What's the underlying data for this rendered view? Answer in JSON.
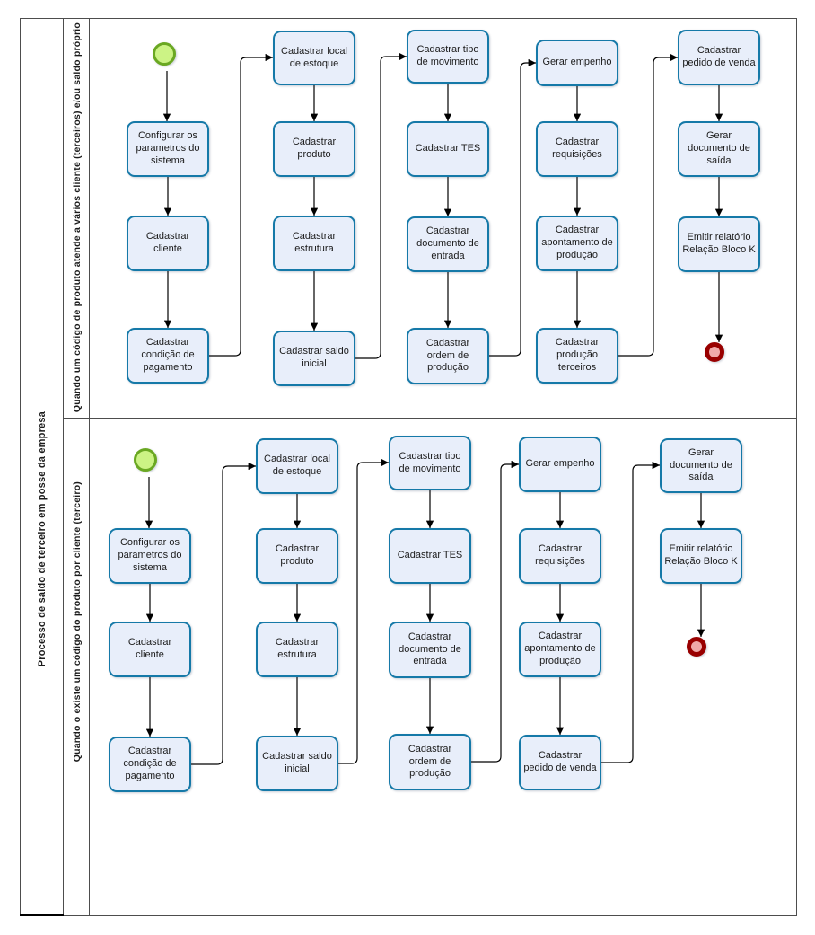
{
  "pool": {
    "label": "Processo de saldo de terceiro em posse da empresa"
  },
  "lanes": [
    {
      "label": "Quando um código de produto atende a vários cliente (terceiros) e/ou saldo próprio",
      "start_event": "start-event",
      "end_event": "end-event",
      "tasks": [
        "Configurar os parametros do sistema",
        "Cadastrar cliente",
        "Cadastrar condição de pagamento",
        "Cadastrar local de estoque",
        "Cadastrar produto",
        "Cadastrar estrutura",
        "Cadastrar saldo inicial",
        "Cadastrar tipo de movimento",
        "Cadastrar TES",
        "Cadastrar documento de entrada",
        "Cadastrar ordem de produção",
        "Gerar empenho",
        "Cadastrar requisições",
        "Cadastrar apontamento de produção",
        "Cadastrar produção terceiros",
        "Cadastrar pedido de venda",
        "Gerar documento de saída",
        "Emitir relatório Relação Bloco K"
      ]
    },
    {
      "label": "Quando o existe um código do produto por cliente (terceiro)",
      "start_event": "start-event",
      "end_event": "end-event",
      "tasks": [
        "Configurar os parametros do sistema",
        "Cadastrar cliente",
        "Cadastrar condição de pagamento",
        "Cadastrar local de estoque",
        "Cadastrar produto",
        "Cadastrar estrutura",
        "Cadastrar saldo inicial",
        "Cadastrar tipo de movimento",
        "Cadastrar TES",
        "Cadastrar documento de entrada",
        "Cadastrar ordem de produção",
        "Gerar empenho",
        "Cadastrar requisições",
        "Cadastrar apontamento de produção",
        "Cadastrar pedido de venda",
        "Gerar documento de saída",
        "Emitir relatório Relação Bloco K"
      ]
    }
  ],
  "colors": {
    "task_fill": "#e8eefa",
    "task_border": "#1579a8",
    "start_event_fill": "#ccf385",
    "start_event_border": "#6aa822",
    "end_event_fill": "#f0a9a9",
    "end_event_border": "#990000",
    "connector": "#000000",
    "lane_border": "#4d4d4d"
  }
}
